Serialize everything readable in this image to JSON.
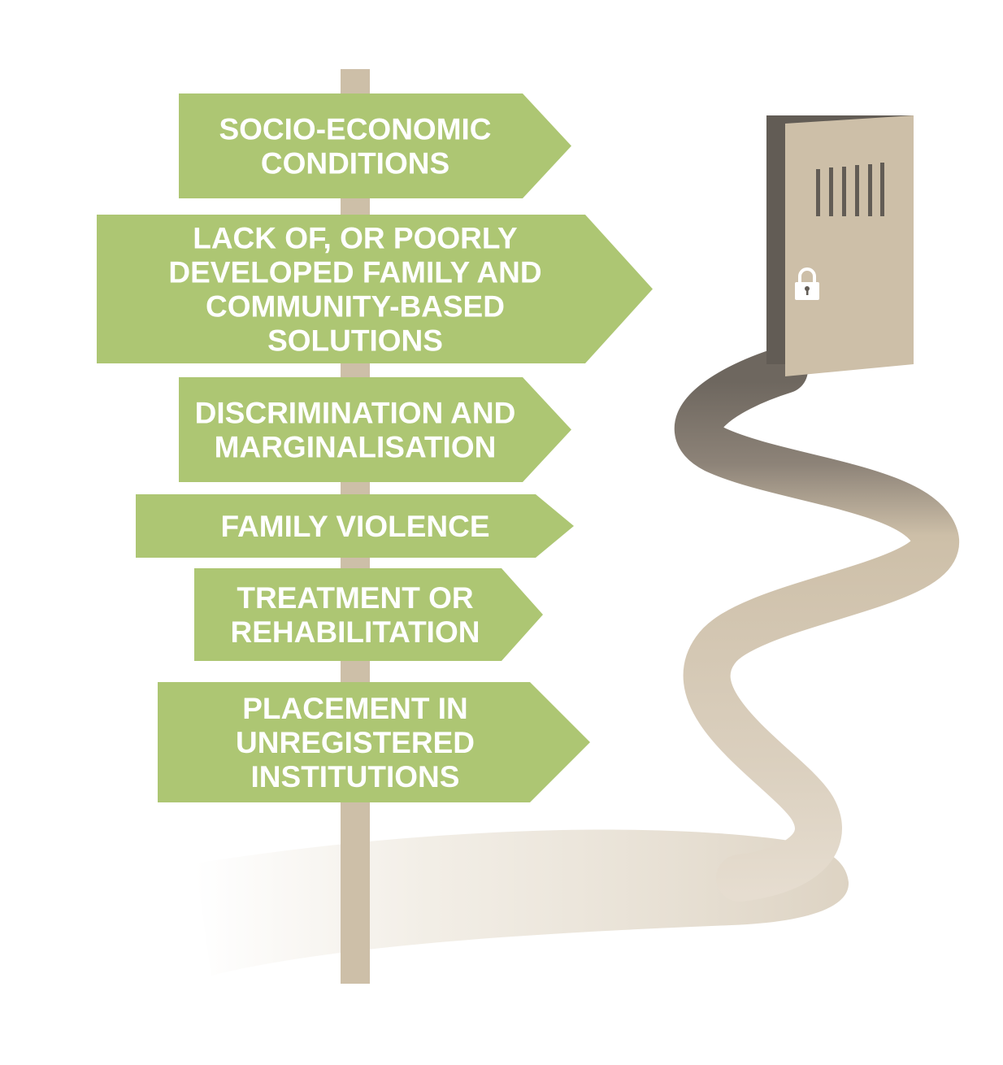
{
  "colors": {
    "sign": "#adc673",
    "post": "#cdbfa8",
    "door_front": "#cdbfa8",
    "door_edge": "#625c55",
    "slits": "#625c55",
    "lock": "#ffffff",
    "path_dark": "#6e675f",
    "path_light": "#cdbfa8",
    "text": "#ffffff"
  },
  "icons": {
    "door": "prison-door-icon",
    "lock": "padlock-icon"
  },
  "signs": [
    {
      "lines": [
        "SOCIO-ECONOMIC",
        "CONDITIONS"
      ]
    },
    {
      "lines": [
        "LACK OF, OR POORLY",
        "DEVELOPED FAMILY AND",
        "COMMUNITY-BASED",
        "SOLUTIONS"
      ]
    },
    {
      "lines": [
        "DISCRIMINATION AND",
        "MARGINALISATION"
      ]
    },
    {
      "lines": [
        "FAMILY VIOLENCE"
      ]
    },
    {
      "lines": [
        "TREATMENT OR",
        "REHABILITATION"
      ]
    },
    {
      "lines": [
        "PLACEMENT IN",
        "UNREGISTERED",
        "INSTITUTIONS"
      ]
    }
  ]
}
